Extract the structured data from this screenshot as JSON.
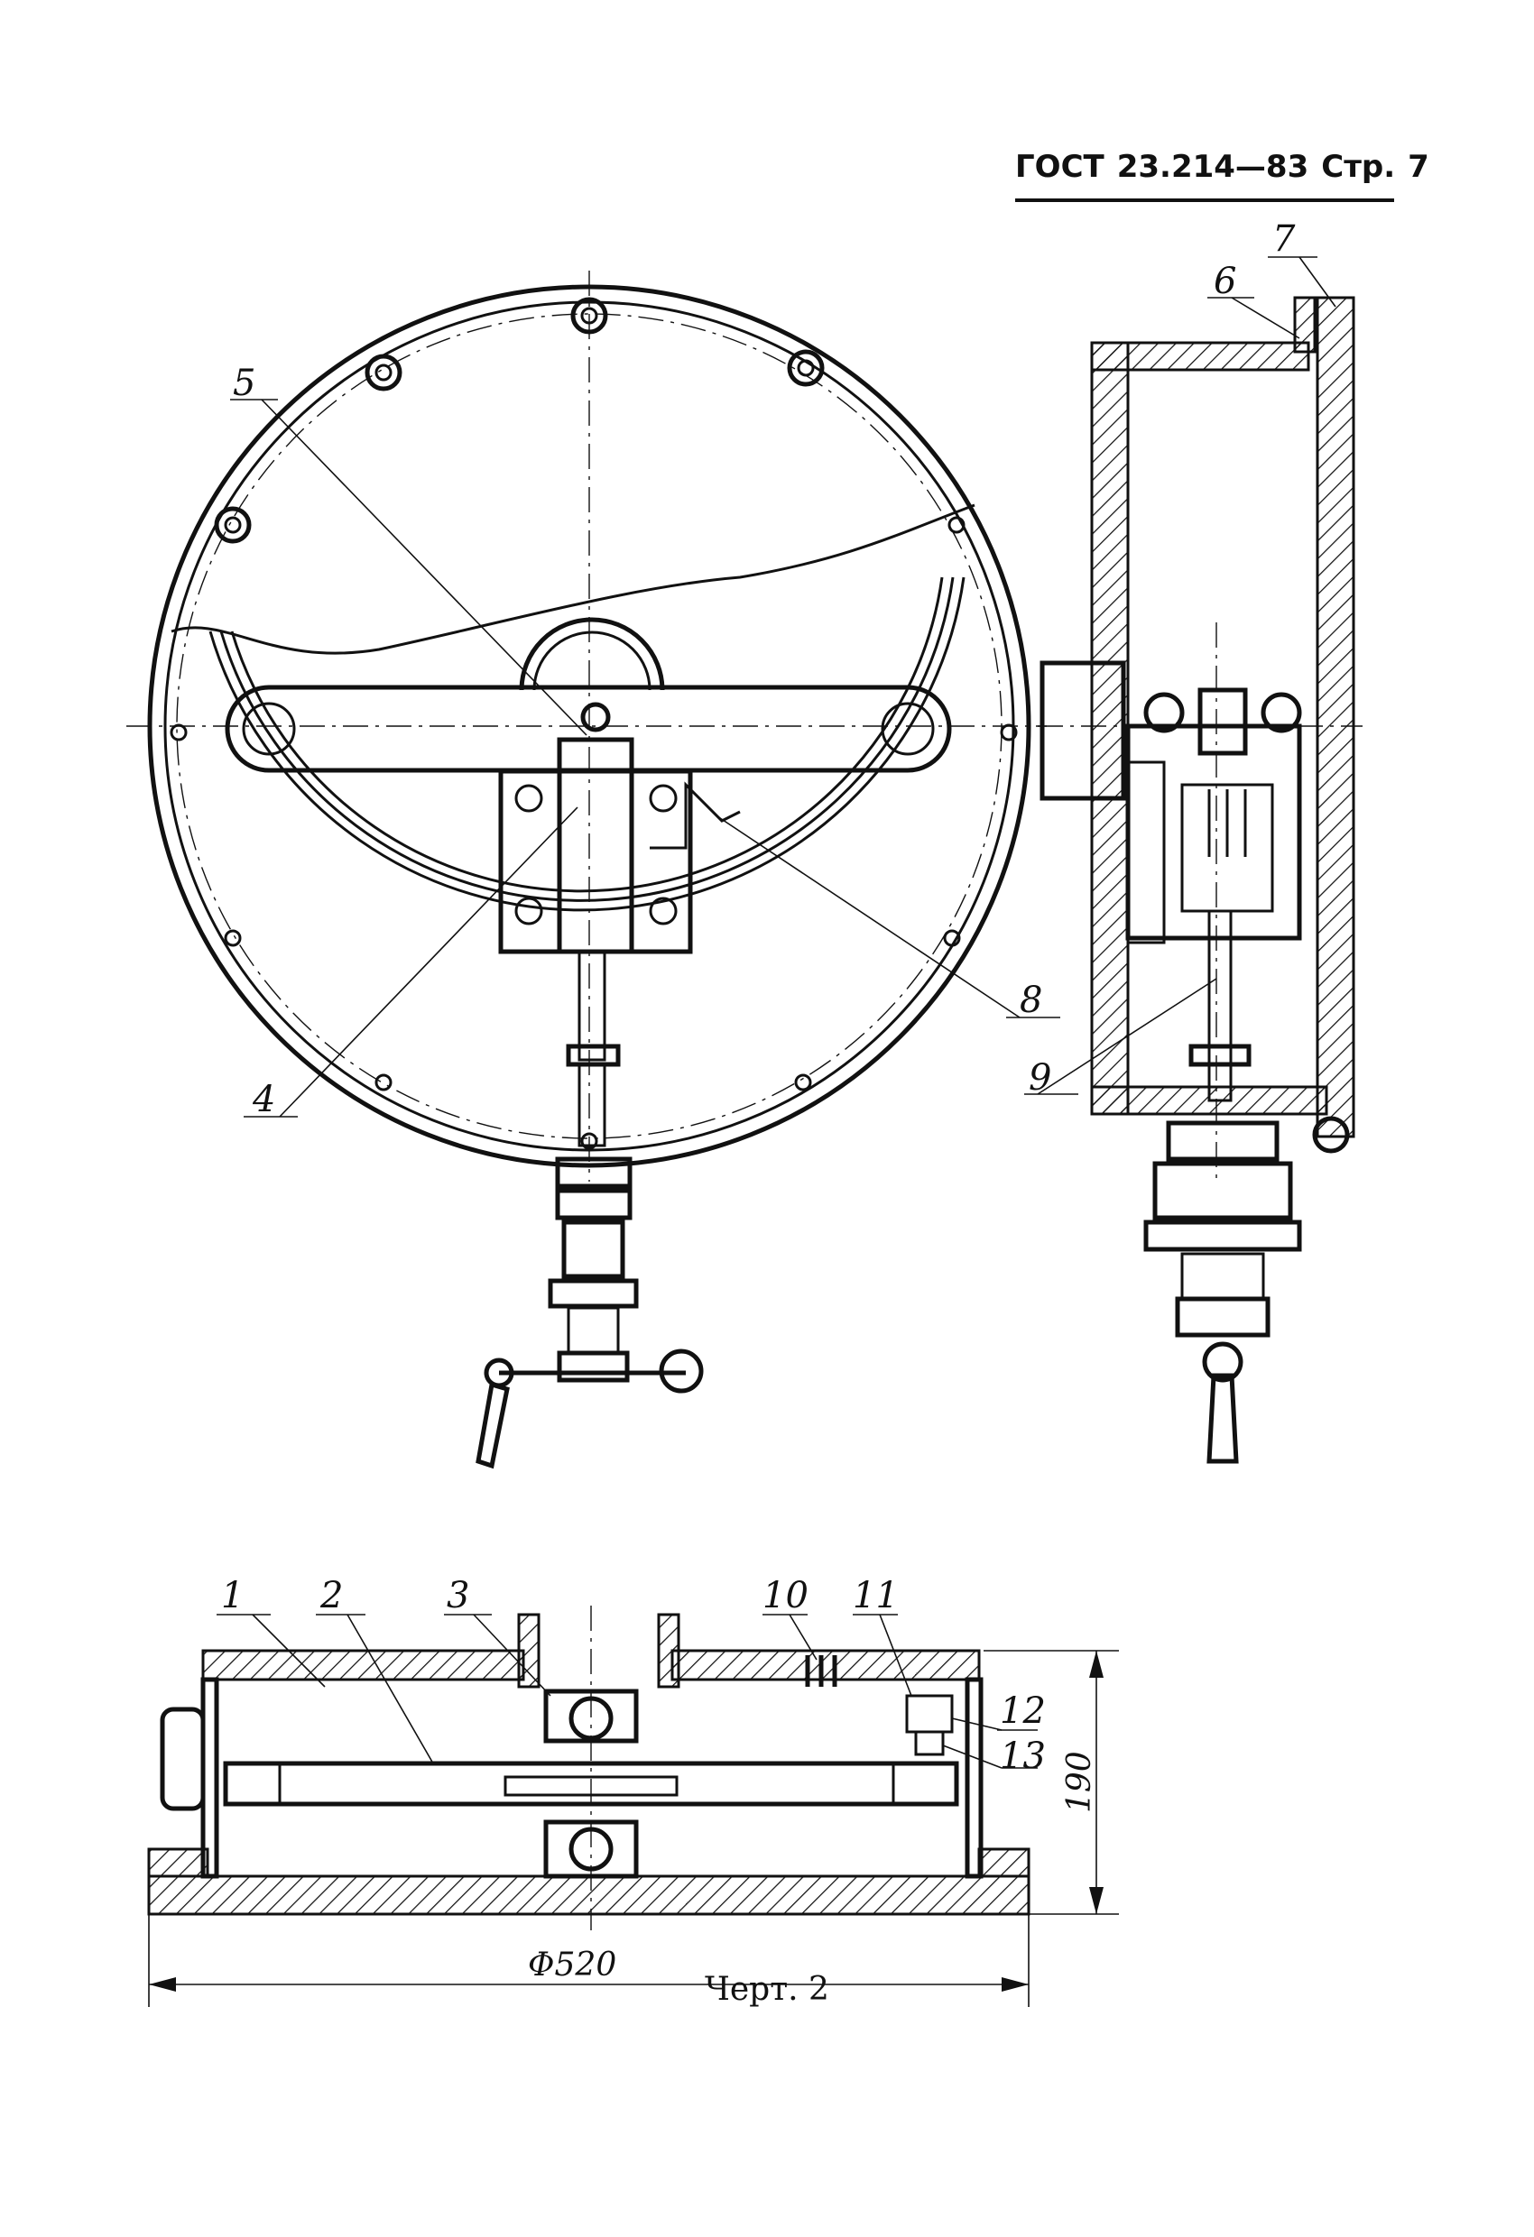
{
  "header": {
    "standard": "ГОСТ",
    "number": "23.214—83",
    "page_label": "Стр.",
    "page_number": "7"
  },
  "labels": {
    "l1": "1",
    "l2": "2",
    "l3": "3",
    "l4": "4",
    "l5": "5",
    "l6": "6",
    "l7": "7",
    "l8": "8",
    "l9": "9",
    "l10": "10",
    "l11": "11",
    "l12": "12",
    "l13": "13"
  },
  "dimensions": {
    "diameter": "Φ520",
    "height": "190"
  },
  "caption": "Черт. 2",
  "colors": {
    "ink": "#111111",
    "paper": "#ffffff"
  }
}
